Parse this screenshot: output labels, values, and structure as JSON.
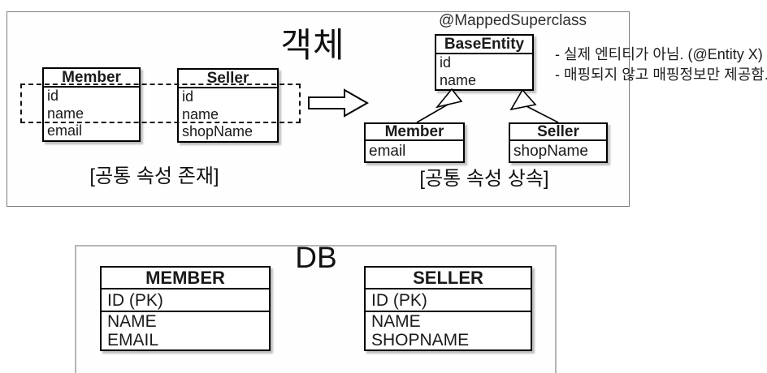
{
  "colors": {
    "background": "#ffffff",
    "table_border": "#000000",
    "object_panel_border": "#7d7d7d",
    "db_panel_border": "#b5b5b5",
    "text": "#1a1a1a"
  },
  "object_section": {
    "title": "객체",
    "annotation": "@MappedSuperclass",
    "caption_left": "[공통 속성 존재]",
    "caption_right": "[공통 속성 상속]",
    "notes": [
      "- 실제 엔티티가 아님. (@Entity X)",
      "- 매핑되지 않고 매핑정보만 제공함."
    ],
    "tables": {
      "member_before": {
        "title": "Member",
        "fields": [
          "id",
          "name",
          "email"
        ]
      },
      "seller_before": {
        "title": "Seller",
        "fields": [
          "id",
          "name",
          "shopName"
        ]
      },
      "base_entity": {
        "title": "BaseEntity",
        "fields": [
          "id",
          "name"
        ]
      },
      "member_after": {
        "title": "Member",
        "fields": [
          "email"
        ]
      },
      "seller_after": {
        "title": "Seller",
        "fields": [
          "shopName"
        ]
      }
    }
  },
  "db_section": {
    "title": "DB",
    "tables": {
      "member": {
        "title": "MEMBER",
        "pk_row": "ID (PK)",
        "fields": [
          "NAME",
          "EMAIL"
        ]
      },
      "seller": {
        "title": "SELLER",
        "pk_row": "ID (PK)",
        "fields": [
          "NAME",
          "SHOPNAME"
        ]
      }
    }
  }
}
